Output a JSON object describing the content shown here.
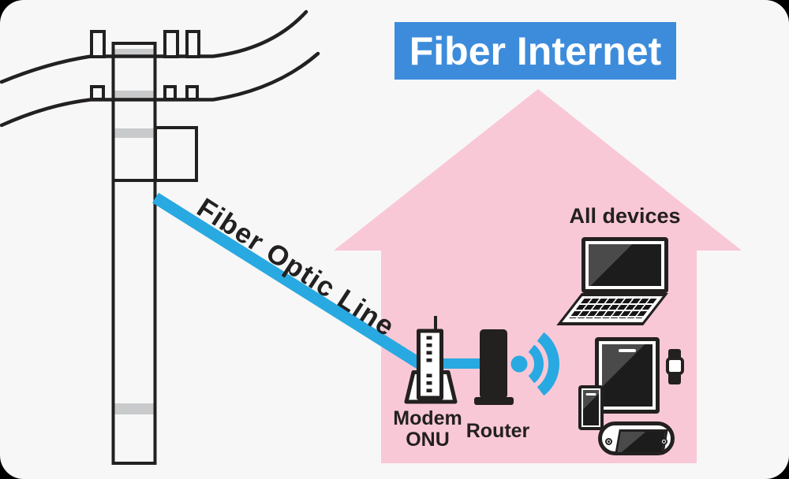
{
  "title": {
    "label": "Fiber Internet"
  },
  "fiber_line": {
    "label": "Fiber Optic Line"
  },
  "modem": {
    "label_line1": "Modem",
    "label_line2": "ONU"
  },
  "router": {
    "label": "Router"
  },
  "devices": {
    "label": "All devices",
    "icons": [
      "laptop-icon",
      "tablet-icon",
      "smartphone-icon",
      "smartwatch-icon",
      "game-console-icon"
    ]
  },
  "icons": [
    "utility-pole-icon",
    "power-lines-icon",
    "house-shape",
    "modem-icon",
    "router-icon",
    "wifi-icon"
  ],
  "colors": {
    "banner_blue": "#3D8CDB",
    "fiber_blue": "#29A9E1",
    "house_pink": "#F9C8D7",
    "line_black": "#232020",
    "canvas_bg": "#F7F7F7",
    "pole_gray": "#C9CACB",
    "screen_dark": "#1C1C1C",
    "screen_sheen": "#4A4A4A"
  }
}
